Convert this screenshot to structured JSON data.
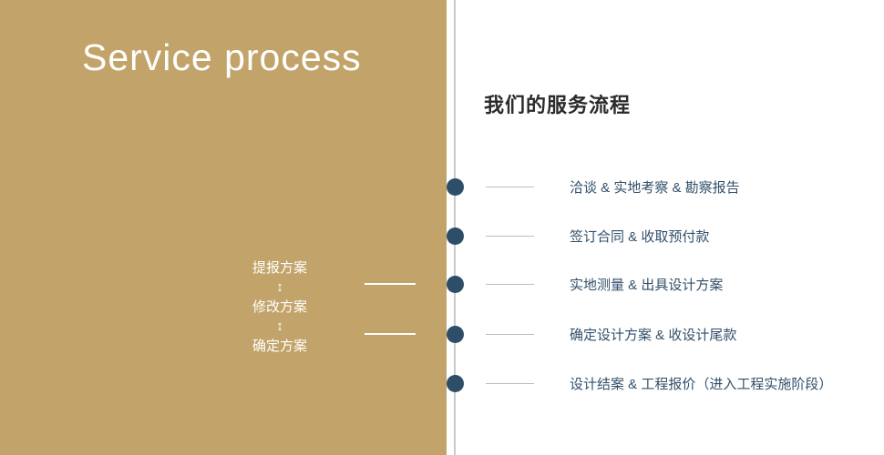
{
  "left_panel": {
    "title": "Service process",
    "arrow": "↕",
    "steps": [
      "提报方案",
      "修改方案",
      "确定方案"
    ]
  },
  "right_panel": {
    "title": "我们的服务流程",
    "items": [
      "洽谈 & 实地考察 & 勘察报告",
      "签订合同 & 收取预付款",
      "实地测量 & 出具设计方案",
      "确定设计方案 & 收设计尾款",
      "设计结案 & 工程报价（进入工程实施阶段）"
    ]
  },
  "colors": {
    "gold": "#c2a369",
    "dot": "#2e4d68",
    "divider": "#c9c9c9",
    "item_text": "#33506b",
    "title_text": "#2b2b2b",
    "left_text": "#ffffff"
  }
}
